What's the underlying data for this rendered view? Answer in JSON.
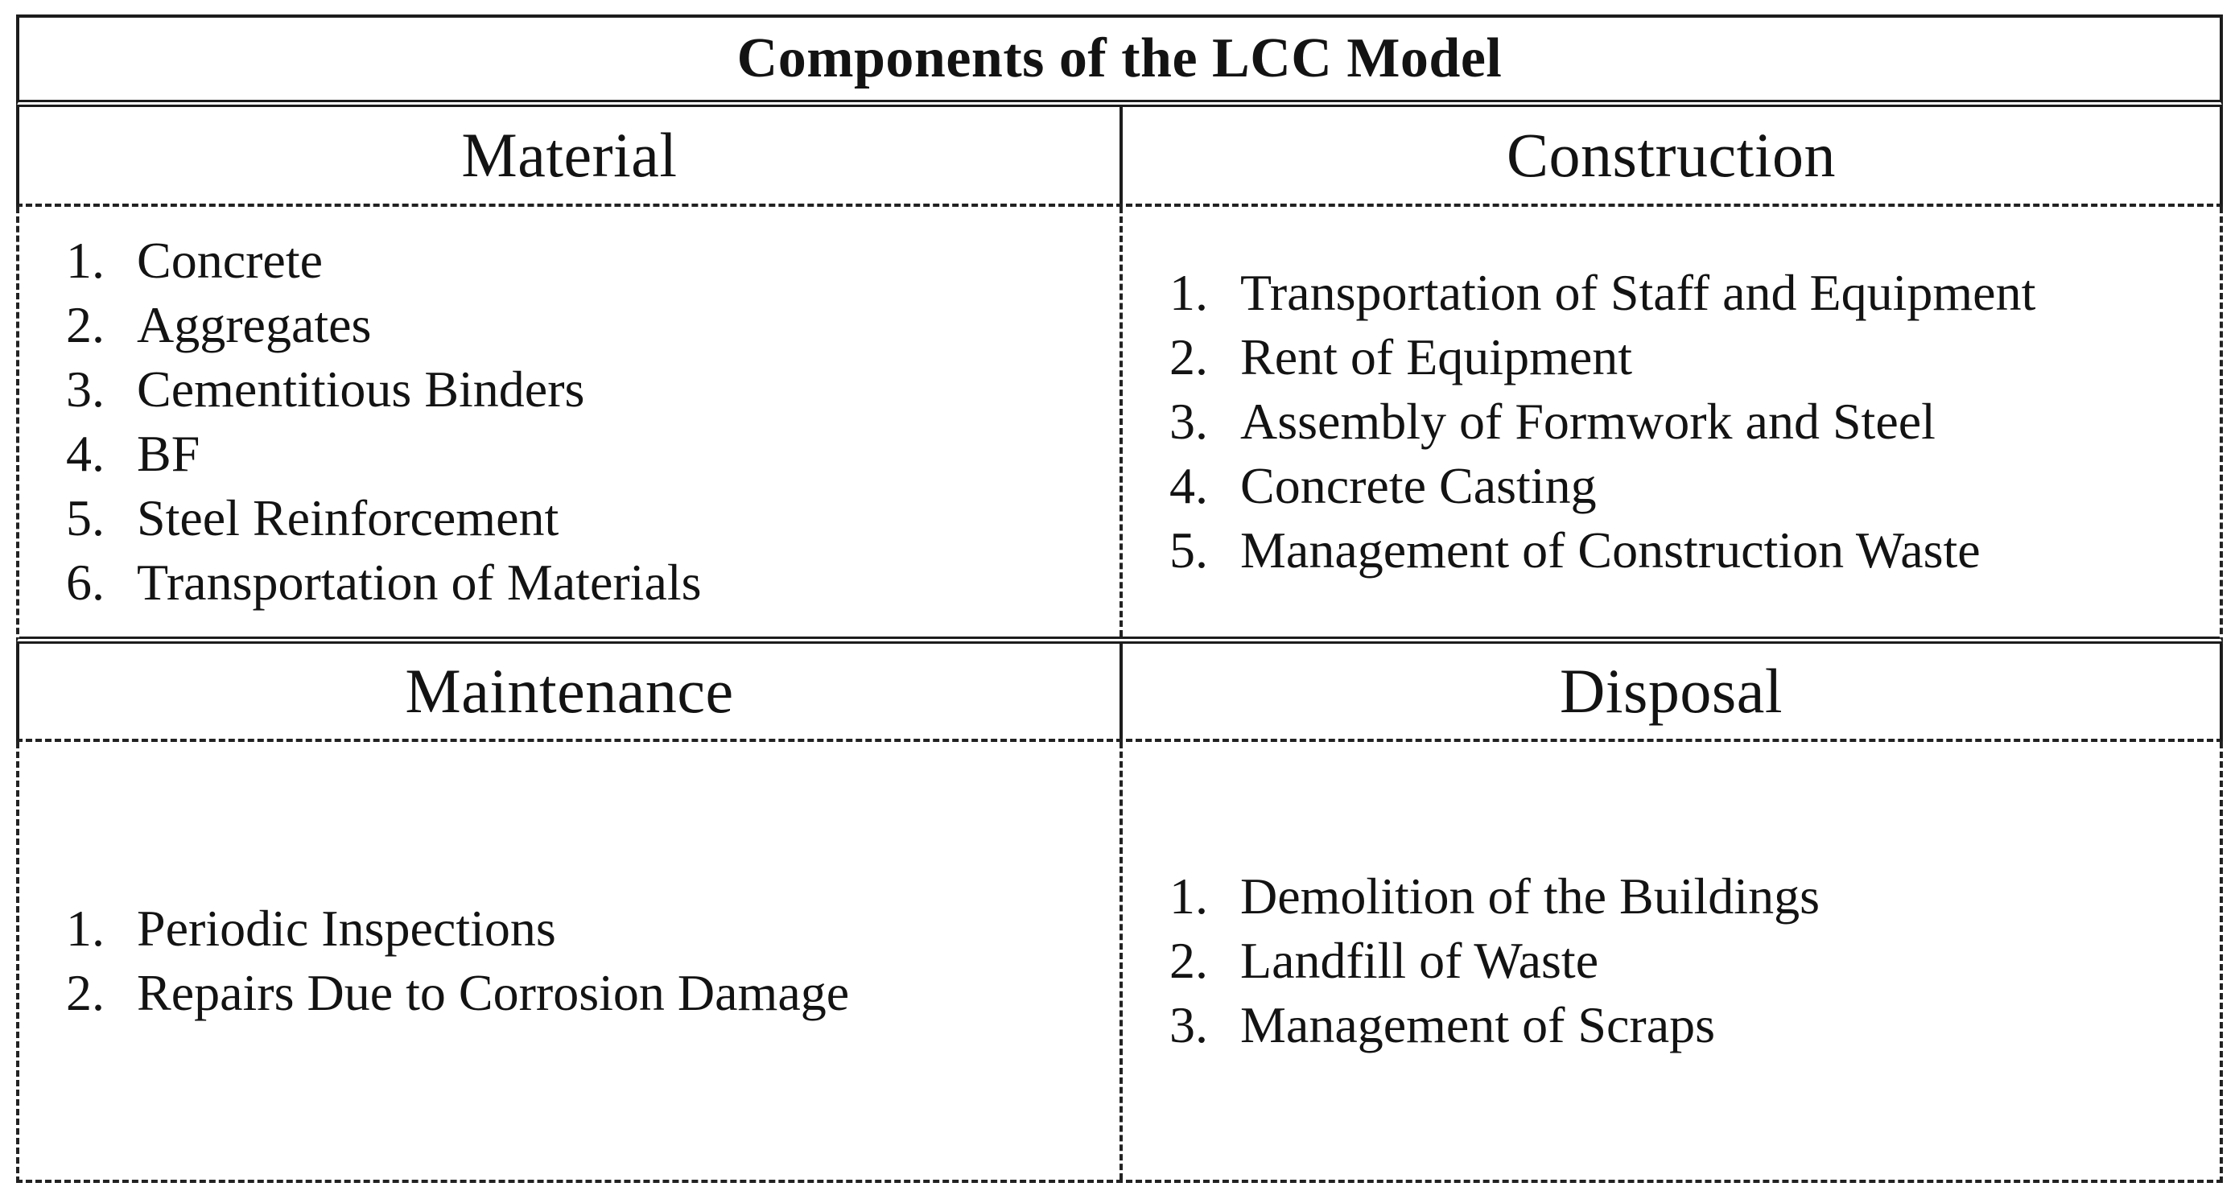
{
  "figure": {
    "title": "Components of the LCC Model",
    "quadrants": [
      {
        "header": "Material",
        "items": [
          "Concrete",
          "Aggregates",
          "Cementitious Binders",
          "BF",
          "Steel Reinforcement",
          "Transportation of Materials"
        ]
      },
      {
        "header": "Construction",
        "items": [
          "Transportation of Staff and Equipment",
          "Rent of Equipment",
          "Assembly of Formwork and Steel",
          "Concrete Casting",
          "Management of Construction Waste"
        ]
      },
      {
        "header": "Maintenance",
        "items": [
          "Periodic Inspections",
          "Repairs Due to Corrosion Damage"
        ]
      },
      {
        "header": "Disposal",
        "items": [
          "Demolition of the Buildings",
          "Landfill of Waste",
          "Management of Scraps"
        ]
      }
    ]
  }
}
